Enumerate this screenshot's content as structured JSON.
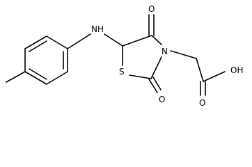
{
  "molecule": {
    "atoms": {
      "nh": "NH",
      "n": "N",
      "s": "S",
      "o_top": "O",
      "o_bottom": "O",
      "o_acid": "O",
      "oh": "OH"
    },
    "colors": {
      "bond": "#000000",
      "label": "#000000",
      "background": "#ffffff"
    }
  }
}
